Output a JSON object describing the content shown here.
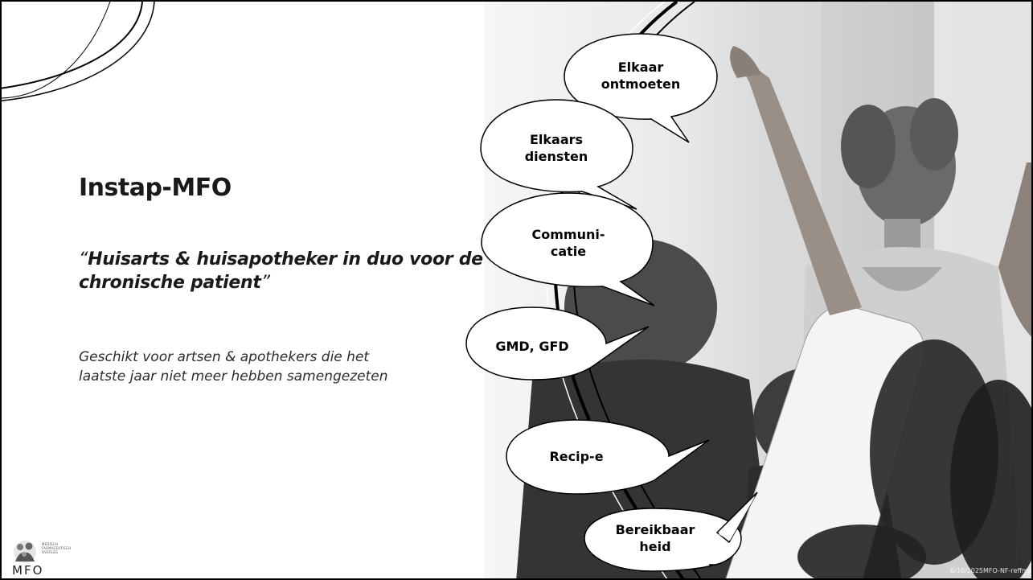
{
  "slide": {
    "title": "Instap-MFO",
    "subtitle": {
      "open_quote": "“",
      "text": "Huisarts & huisapotheker in duo voor de chronische patient",
      "close_quote": "”"
    },
    "description": "Geschikt voor artsen & apothekers die het laatste jaar niet meer hebben samengezeten"
  },
  "bubbles": [
    {
      "text": "Elkaar\nontmoeten"
    },
    {
      "text": "Elkaars\ndiensten"
    },
    {
      "text": "Communi-\ncatie"
    },
    {
      "text": "GMD, GFD"
    },
    {
      "text": "Recip-e"
    },
    {
      "text": "Bereikbaar\nheid"
    }
  ],
  "logo": {
    "small_text": "MEDISCH\nFARMACEUTISCH\nOVERLEG",
    "letters": "MFO"
  },
  "footer": {
    "date": "6/10/2025",
    "id": "MFO-NF-reffmen"
  }
}
